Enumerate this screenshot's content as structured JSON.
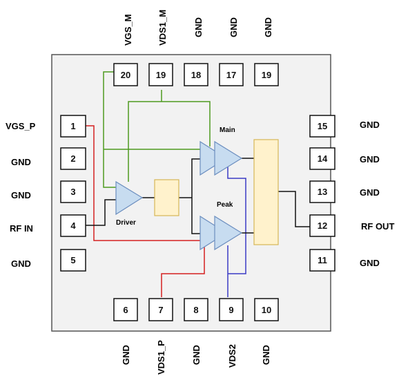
{
  "package": {
    "pins": {
      "p1": "1",
      "p2": "2",
      "p3": "3",
      "p4": "4",
      "p5": "5",
      "p6": "6",
      "p7": "7",
      "p8": "8",
      "p9": "9",
      "p10": "10",
      "p11": "11",
      "p12": "12",
      "p13": "13",
      "p14": "14",
      "p15": "15",
      "p20": "20",
      "p19a": "19",
      "p18": "18",
      "p17": "17",
      "p19b": "19"
    }
  },
  "signals": {
    "top": {
      "t1": "VGS_M",
      "t2": "VDS1_M",
      "t3": "GND",
      "t4": "GND",
      "t5": "GND"
    },
    "left": {
      "l1": "VGS_P",
      "l2": "GND",
      "l3": "GND",
      "l4": "RF IN",
      "l5": "GND"
    },
    "right": {
      "r1": "GND",
      "r2": "GND",
      "r3": "GND",
      "r4": "RF OUT",
      "r5": "GND"
    },
    "bottom": {
      "b1": "GND",
      "b2": "VDS1_P",
      "b3": "GND",
      "b4": "VDS2",
      "b5": "GND"
    }
  },
  "blocks": {
    "driver": "Driver",
    "main": "Main",
    "peak": "Peak"
  },
  "colors": {
    "package_fill": "#f2f2f2",
    "green_wire": "#4d9a1e",
    "red_wire": "#d42020",
    "blue_wire": "#3b3bc4",
    "amp_fill": "#c7dcf0",
    "amp_stroke": "#6c8ebf",
    "combiner_fill": "#fff2cc",
    "combiner_stroke": "#d6b656"
  }
}
